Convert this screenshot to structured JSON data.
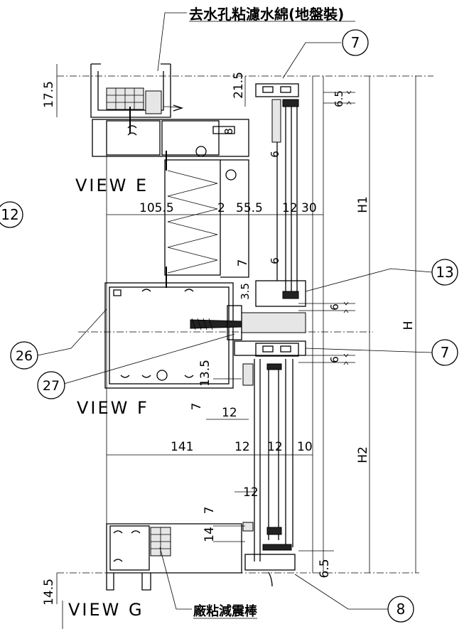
{
  "labels": {
    "top_note": "去水孔粘濾水綿(地盤裝)",
    "bottom_note": "廠粘減震棒",
    "view_e": "VIEW E",
    "view_f": "VIEW F",
    "view_g": "VIEW G"
  },
  "callouts": {
    "c7a": "7",
    "c12": "12",
    "c13": "13",
    "c7b": "7",
    "c26": "26",
    "c27": "27",
    "c8": "8"
  },
  "dims": {
    "d17_5": "17.5",
    "d21_5": "21.5",
    "d6_5a": "6.5",
    "d8": "8",
    "d6a": "6",
    "d105_5": "105.5",
    "d2": "2",
    "d55_5": "55.5",
    "d12a": "12",
    "d30": "30",
    "d7a": "7",
    "d6b": "6",
    "d3_5": "3.5",
    "d6c": "6",
    "d6d": "6",
    "d13_5": "13.5",
    "d7b": "7",
    "d12b": "12",
    "d141": "141",
    "d12c": "12",
    "d12d": "12",
    "d10": "10",
    "d12e": "12",
    "d7c": "7",
    "d14": "14",
    "d6_5b": "6.5",
    "d14_5": "14.5",
    "h1": "H1",
    "h": "H",
    "h2": "H2"
  }
}
